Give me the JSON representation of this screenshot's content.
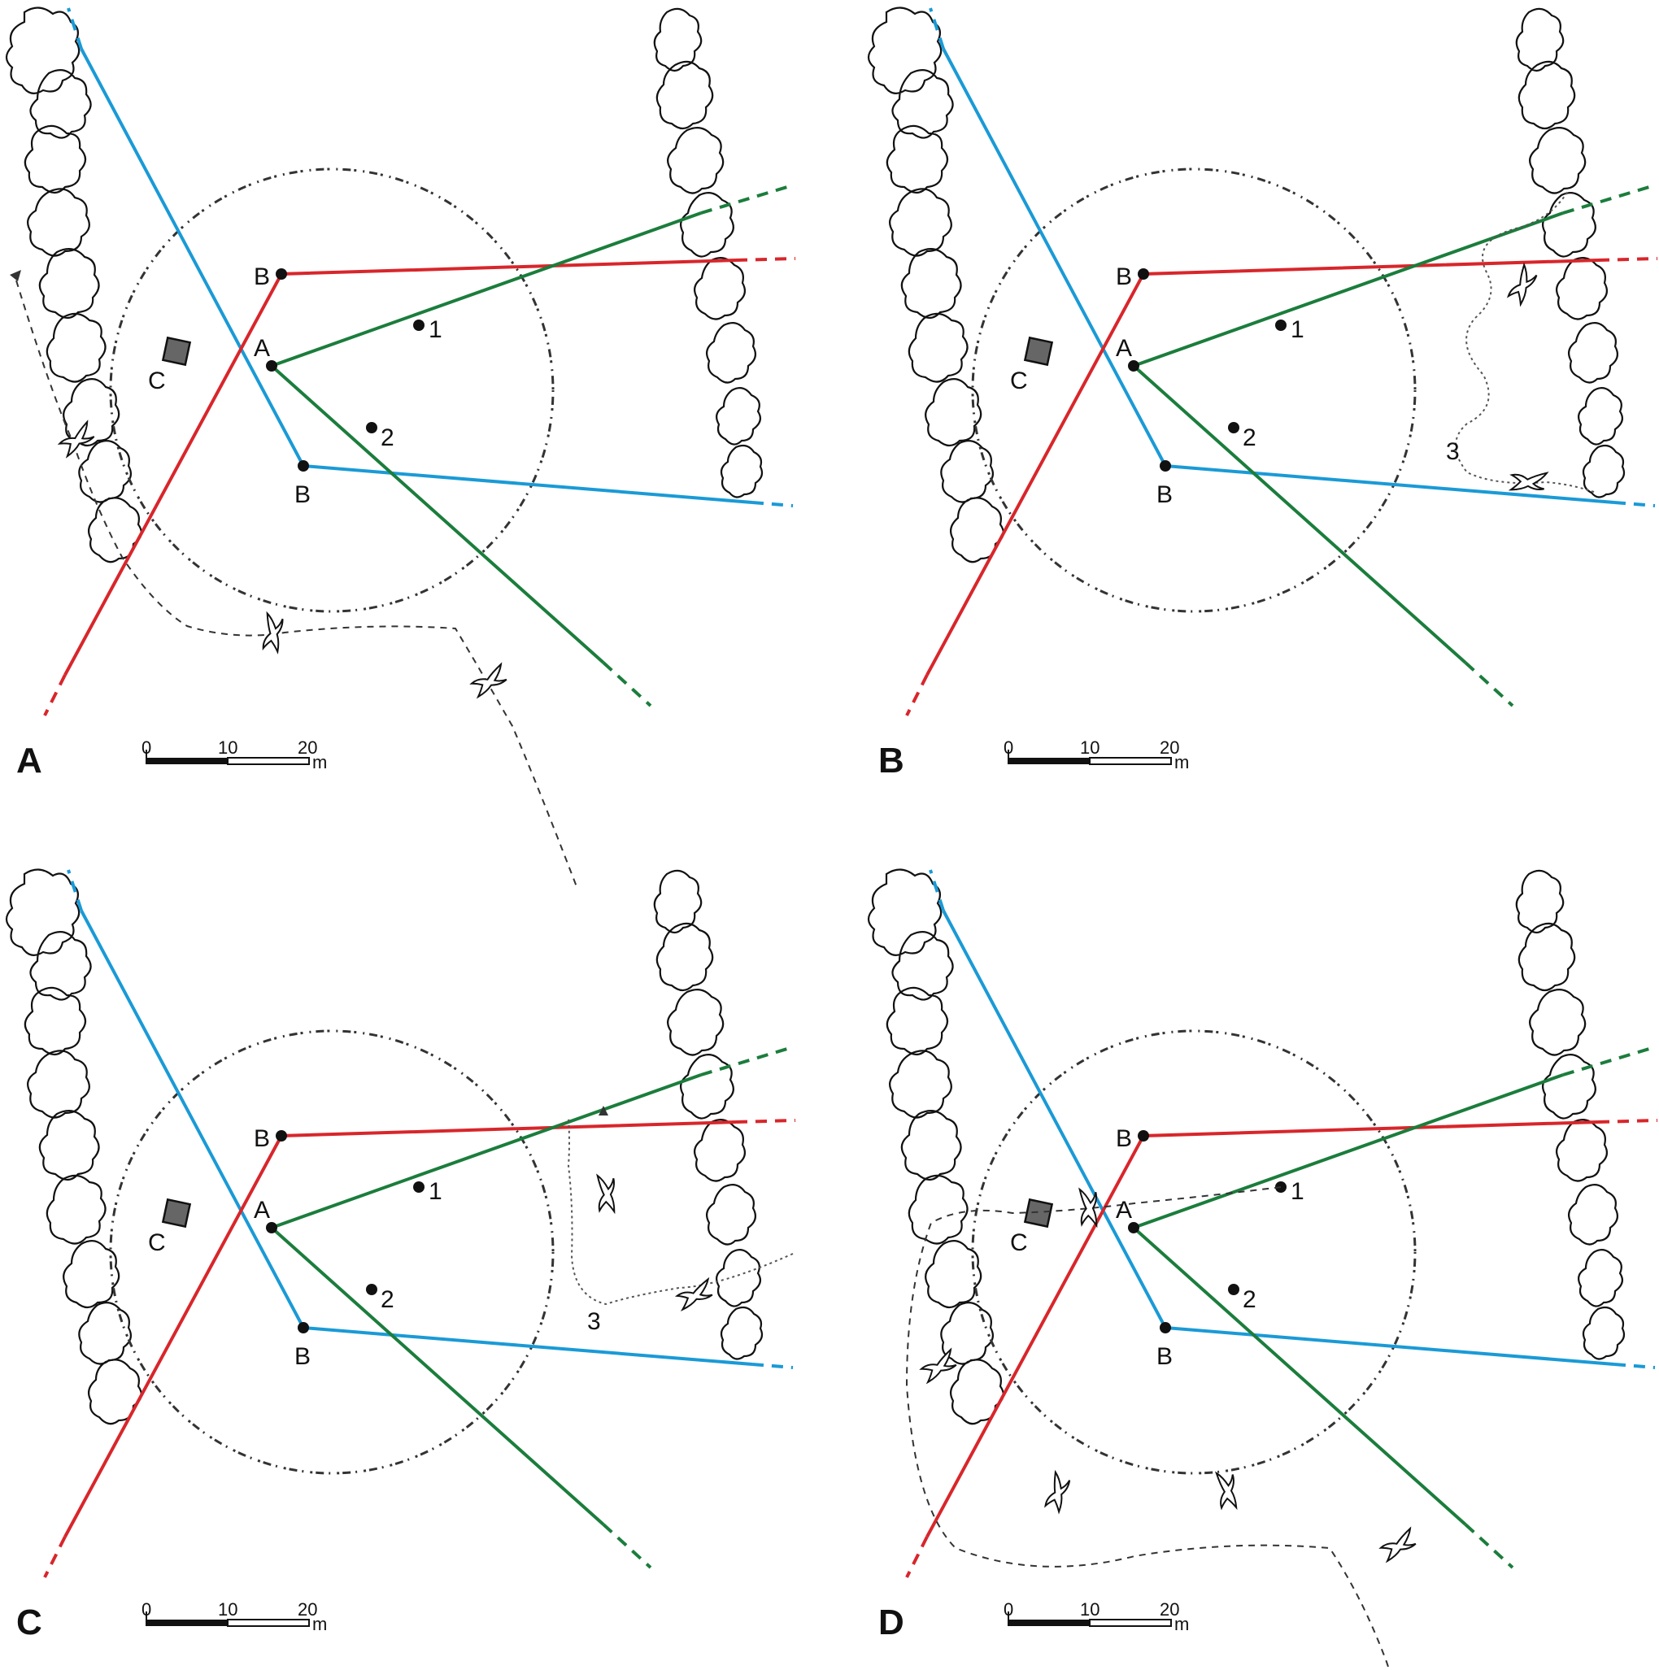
{
  "colors": {
    "red": "#d8262b",
    "blue": "#1a9ad6",
    "green": "#1b7d3c",
    "ink": "#111111",
    "marker": "#666666"
  },
  "labels": {
    "point_A": "A",
    "point_B": "B",
    "point_C": "C",
    "point_1": "1",
    "point_2": "2",
    "point_3": "3"
  },
  "scale_bar": {
    "ticks": [
      "0",
      "10",
      "20"
    ],
    "unit": "m"
  },
  "panels": [
    {
      "letter": "A",
      "flight_paths": [
        "north-west exit along hedge",
        "south-east exit over field"
      ],
      "marker_3": false
    },
    {
      "letter": "B",
      "flight_paths": [
        "path 3 meander by east hedge"
      ],
      "marker_3": true
    },
    {
      "letter": "C",
      "flight_paths": [
        "path 3 from east hedge turning north"
      ],
      "marker_3": true
    },
    {
      "letter": "D",
      "flight_paths": [
        "from point 1 west past C",
        "south-east exit over field"
      ],
      "marker_3": false
    }
  ],
  "icons": [
    "tree-canopy-icon",
    "bird-icon",
    "arrowhead-icon"
  ]
}
